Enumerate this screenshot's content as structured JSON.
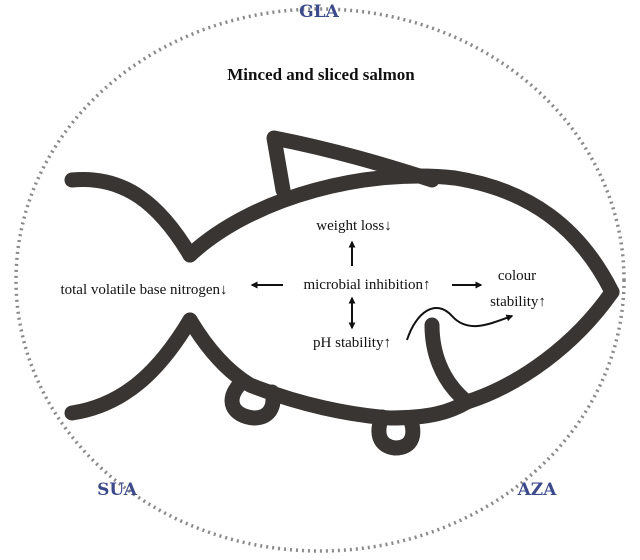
{
  "diagram": {
    "corners": {
      "top": "GLA",
      "bottom_left": "SUA",
      "bottom_right": "AZA"
    },
    "title": "Minced and sliced salmon",
    "center": "microbial inhibition↑",
    "effects": {
      "top": "weight loss↓",
      "left": "total volatile base nitrogen↓",
      "bottom": "pH stability↑",
      "right_line1": "colour",
      "right_line2": "stability↑"
    },
    "colors": {
      "fish_outline": "#383532",
      "dotted_ellipse": "#8a8a8a",
      "corner_text": "#3c4a8c",
      "text": "#111111"
    }
  }
}
